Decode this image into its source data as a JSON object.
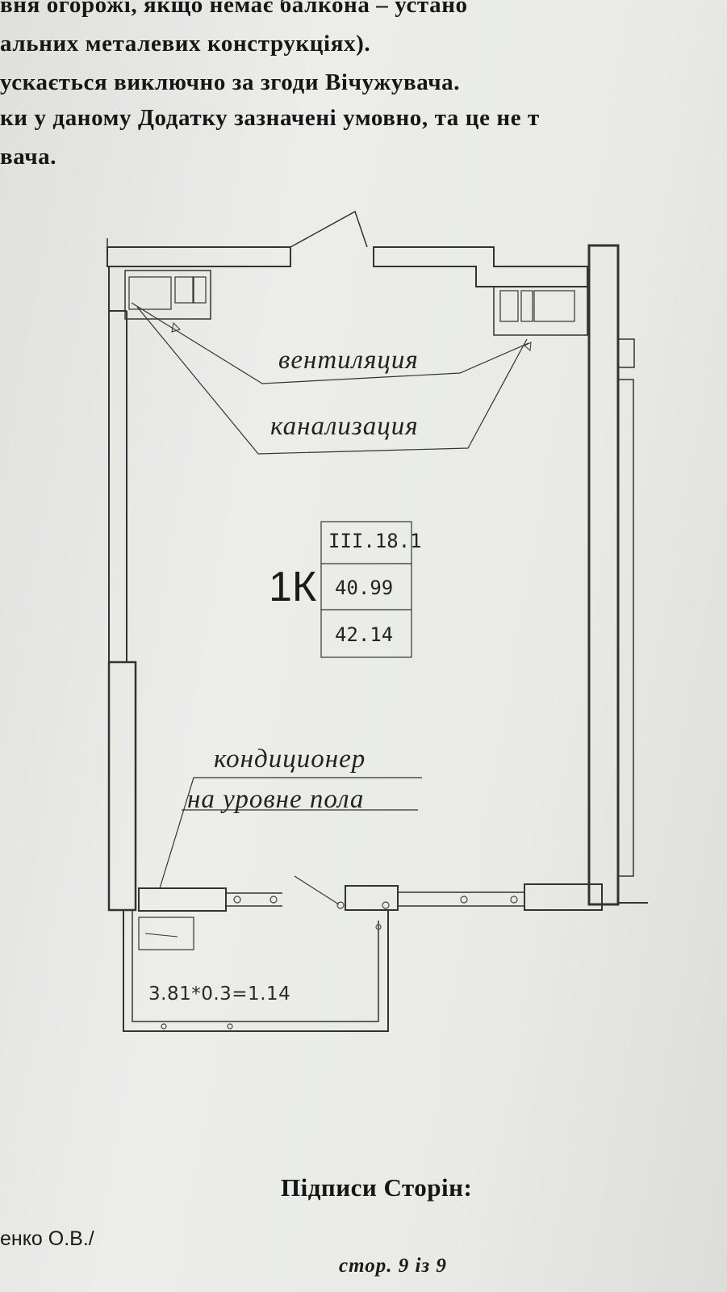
{
  "header_lines": [
    "вня огорожі, якщо немає балкона – устано",
    "альних металевих конструкціях).",
    "ускається виключно за згоди Вічужувача.",
    "ки у даному Додатку зазначені умовно, та це не т",
    "вача."
  ],
  "plan": {
    "label_ventilation": "вентиляция",
    "label_sewerage": "канализация",
    "unit_type": "1К",
    "unit_code": "III.18.1",
    "area_living": "40.99",
    "area_total": "42.14",
    "label_ac_line1": "кондиционер",
    "label_ac_line2": "на уровне пола",
    "balcony_calc": "3.81*0.3=1.14"
  },
  "footer": {
    "signatures_title": "Підписи Сторін:",
    "signer_name": "енко О.В./",
    "page_number": "стор. 9 із 9"
  }
}
